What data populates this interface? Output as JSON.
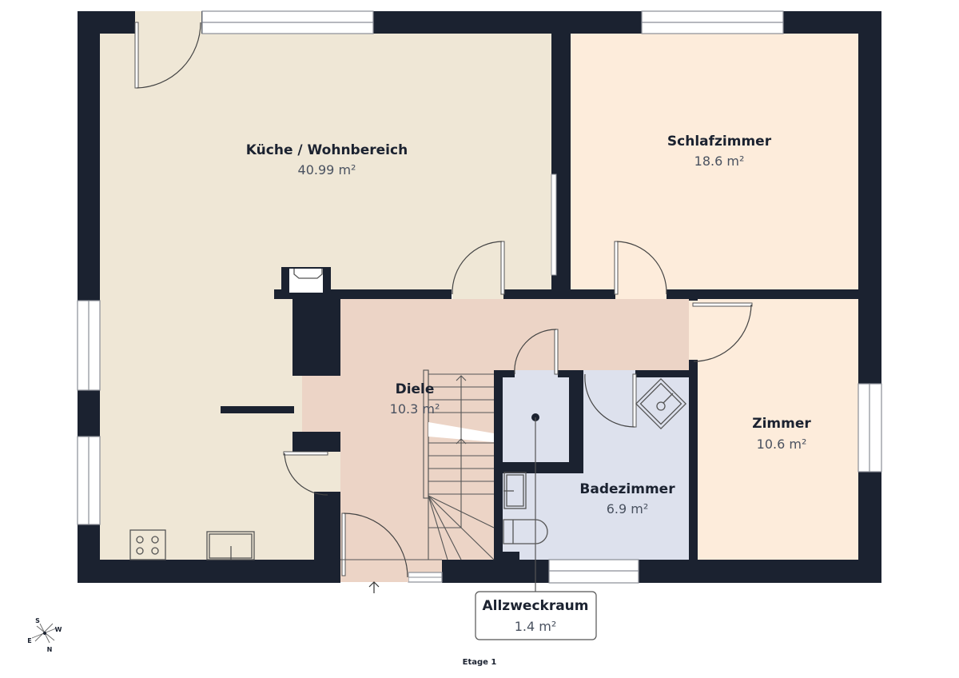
{
  "floor": {
    "label": "Etage 1"
  },
  "colors": {
    "wall": "#1b2230",
    "kitchen_living": "#efe7d6",
    "bedrooms": "#fdecdb",
    "hallway": "#ecd4c6",
    "bathroom": "#dde1ed",
    "window": "#ffffff"
  },
  "rooms": [
    {
      "id": "kueche",
      "name": "Küche / Wohnbereich",
      "area": "40.99 m²"
    },
    {
      "id": "schlafzimmer",
      "name": "Schlafzimmer",
      "area": "18.6 m²"
    },
    {
      "id": "diele",
      "name": "Diele",
      "area": "10.3 m²"
    },
    {
      "id": "zimmer",
      "name": "Zimmer",
      "area": "10.6 m²"
    },
    {
      "id": "badezimmer",
      "name": "Badezimmer",
      "area": "6.9 m²"
    },
    {
      "id": "allzweckraum",
      "name": "Allzweckraum",
      "area": "1.4 m²"
    }
  ],
  "compass": {
    "s": "S",
    "w": "W",
    "e": "E",
    "n": "N"
  },
  "fixtures": [
    "stove-icon",
    "sink-icon",
    "fireplace-icon",
    "shower-icon",
    "washbasin-icon",
    "toilet-icon",
    "staircase"
  ]
}
